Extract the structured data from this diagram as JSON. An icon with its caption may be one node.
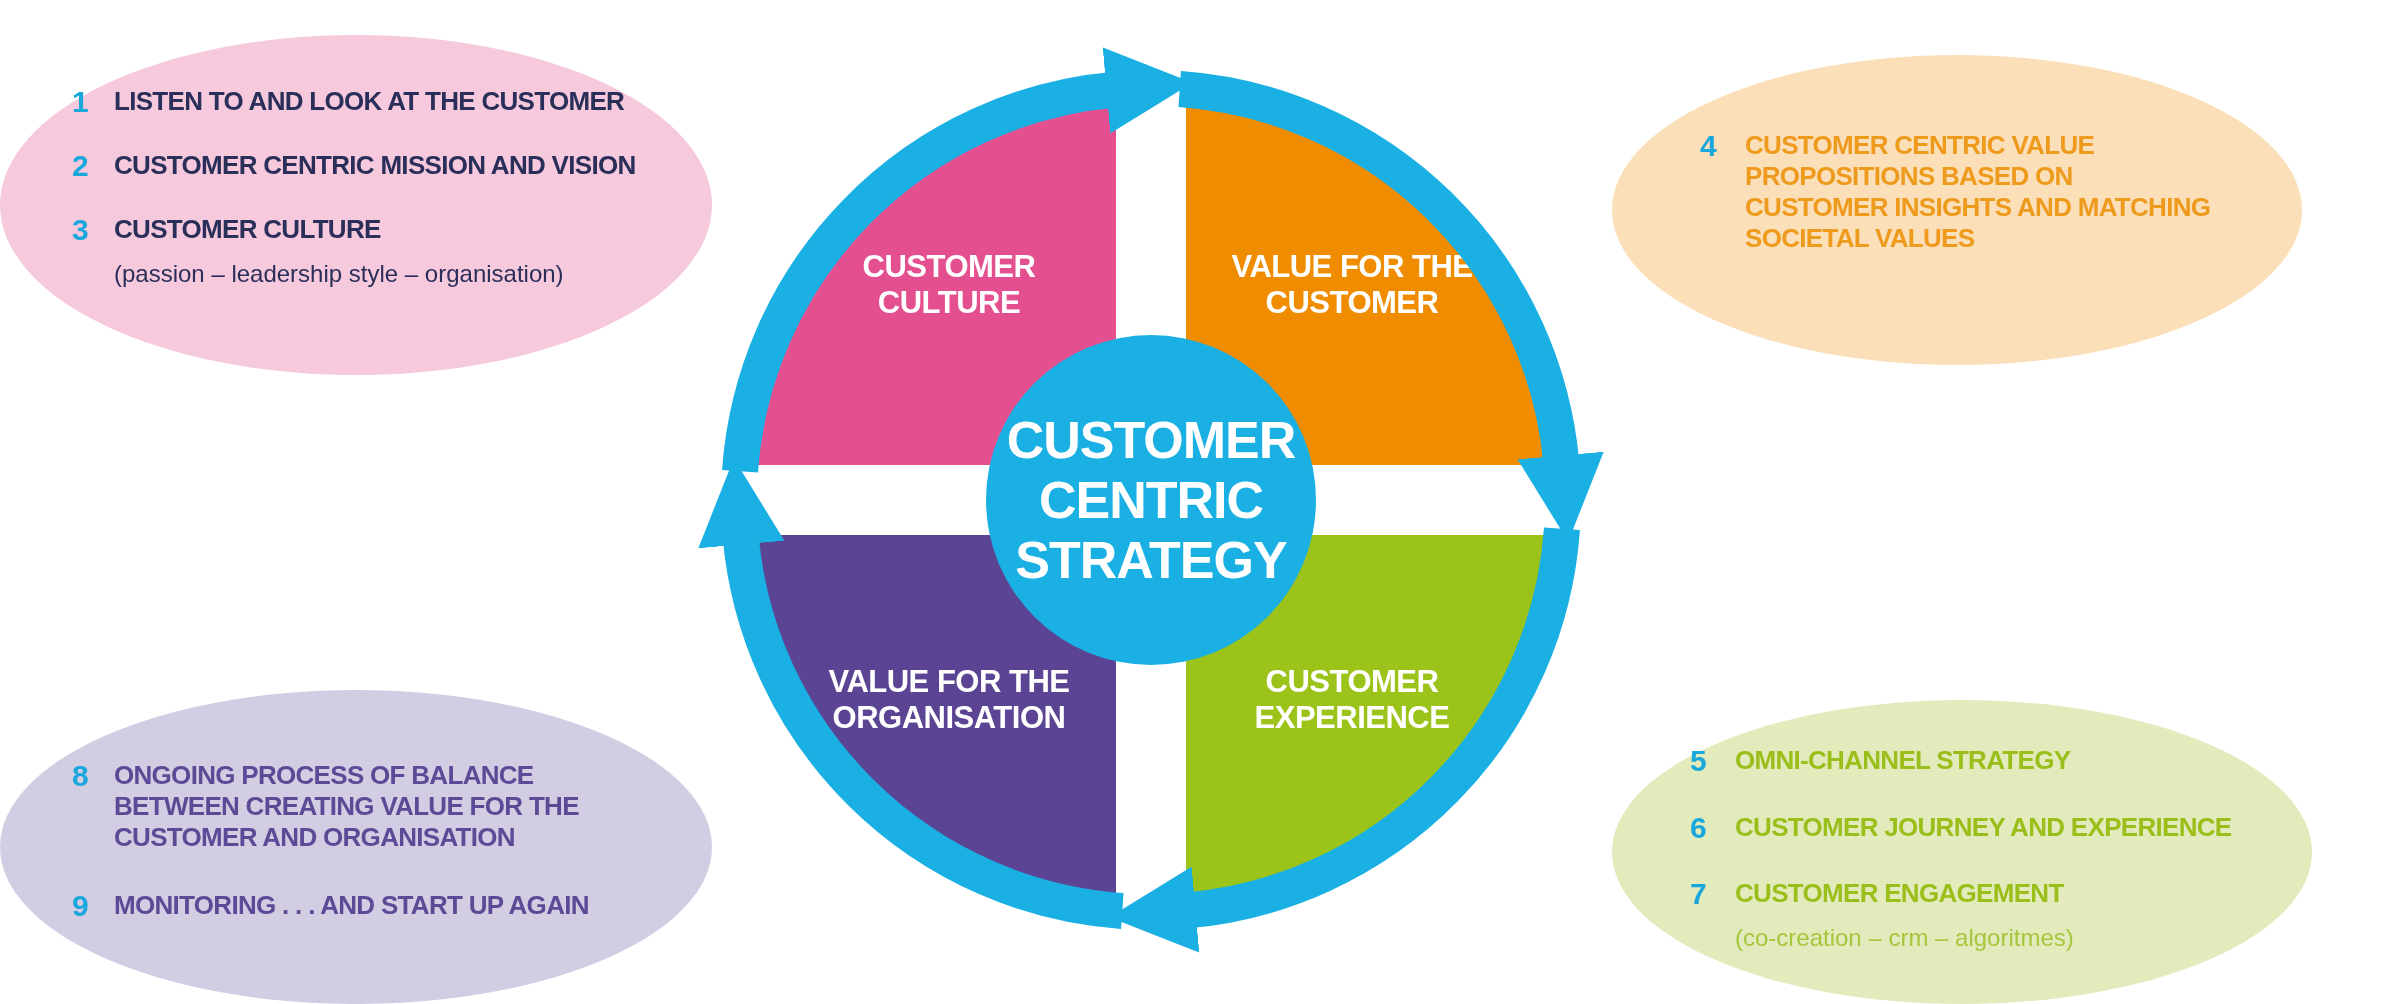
{
  "diagram": {
    "nodes": [
      {
        "text": [
          "1",
          "LISTEN TO AND LOOK AT THE CUSTOMER",
          "2",
          "CUSTOMER CENTRIC MISSION AND VISION",
          "3",
          "CUSTOMER CULTURE",
          "(passion – leadership style – organisation)"
        ]
      },
      {
        "text": [
          "CUSTOMER CULTURE"
        ]
      },
      {
        "text": [
          "VALUE FOR THE CUSTOMER"
        ]
      },
      {
        "text": [
          "4",
          "CUSTOMER CENTRIC VALUE PROPOSITIONS BASED ON CUSTOMER INSIGHTS AND MATCHING SOCIETAL VALUES"
        ]
      },
      {
        "text": [
          "CUSTOMER CENTRIC STRATEGY"
        ]
      },
      {
        "text": [
          "VALUE FOR THE ORGANISATION"
        ]
      },
      {
        "text": [
          "CUSTOMER EXPERIENCE"
        ]
      },
      {
        "text": [
          "8",
          "ONGOING PROCESS OF BALANCE BETWEEN CREATING VALUE FOR THE CUSTOMER AND ORGANISATION",
          "9",
          "MONITORING . . . AND START UP AGAIN"
        ]
      },
      {
        "text": [
          "5",
          "OMNI-CHANNEL STRATEGY",
          "6",
          "CUSTOMER JOURNEY AND EXPERIENCE",
          "7",
          "CUSTOMER ENGAGEMENT",
          "(co-creation – crm – algoritmes)"
        ]
      }
    ],
    "edges": [
      {
        "from": 1,
        "to": 2,
        "arrow": "to"
      },
      {
        "from": 2,
        "to": 6,
        "arrow": "to"
      },
      {
        "from": 6,
        "to": 5,
        "arrow": "to"
      },
      {
        "from": 5,
        "to": 1,
        "arrow": "to"
      }
    ]
  }
}
